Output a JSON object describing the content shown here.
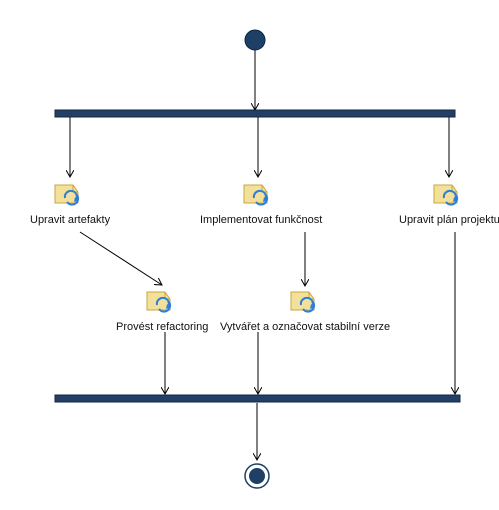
{
  "diagram": {
    "type": "uml-activity",
    "nodes": [
      {
        "id": "start",
        "kind": "initial-node"
      },
      {
        "id": "fork",
        "kind": "fork-bar"
      },
      {
        "id": "a1",
        "kind": "action",
        "label": "Upravit artefakty"
      },
      {
        "id": "a2",
        "kind": "action",
        "label": "Implementovat funkčnost"
      },
      {
        "id": "a3",
        "kind": "action",
        "label": "Upravit plán projektu"
      },
      {
        "id": "a4",
        "kind": "action",
        "label": "Provést refactoring"
      },
      {
        "id": "a5",
        "kind": "action",
        "label": "Vytvářet a označovat stabilní verze"
      },
      {
        "id": "join",
        "kind": "join-bar"
      },
      {
        "id": "end",
        "kind": "final-node"
      }
    ],
    "edges": [
      [
        "start",
        "fork"
      ],
      [
        "fork",
        "a1"
      ],
      [
        "fork",
        "a2"
      ],
      [
        "fork",
        "a3"
      ],
      [
        "a1",
        "a4"
      ],
      [
        "a2",
        "a5"
      ],
      [
        "a4",
        "join"
      ],
      [
        "a5",
        "join"
      ],
      [
        "a3",
        "join"
      ],
      [
        "join",
        "end"
      ]
    ],
    "colors": {
      "bar": "#233f66",
      "initial_fill": "#1e3f66",
      "line": "#000000",
      "icon_fill": "#f3e19a",
      "icon_stroke": "#c8a640",
      "icon_arrow": "#2f7ed8"
    },
    "icons": {
      "initial": "filled-circle-icon",
      "final": "bullseye-icon",
      "action": "activity-cycle-icon"
    }
  }
}
